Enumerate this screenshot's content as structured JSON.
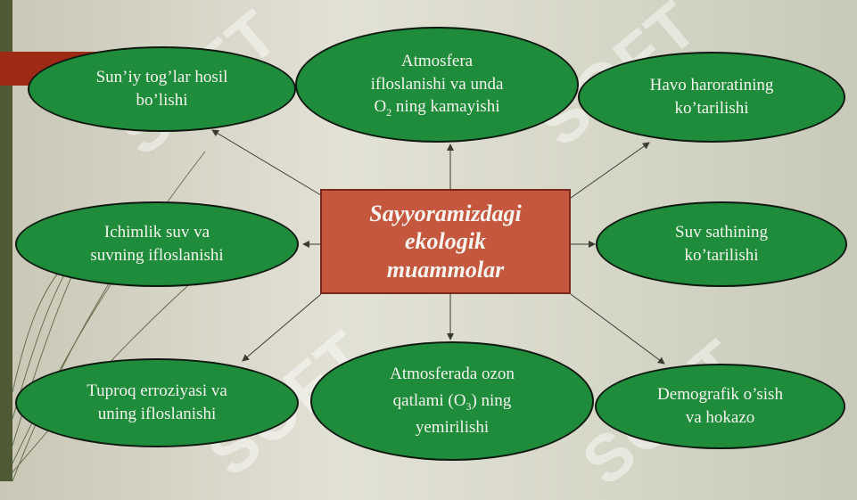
{
  "center": {
    "line1": "Sayyoramizdagi",
    "line2": "ekologik",
    "line3": "muammolar"
  },
  "nodes": {
    "suniy_toglar": {
      "line1": "Sun’iy tog’lar hosil",
      "line2": "bo’lishi"
    },
    "atmosfera_ifloslanishi": {
      "line1": "Atmosfera",
      "line2": "ifloslanishi va unda",
      "line3a": "O",
      "line3sub": "2",
      "line3b": " ning kamayishi"
    },
    "havo_harorati": {
      "line1": "Havo haroratining",
      "line2": "ko’tarilishi"
    },
    "ichimlik_suv": {
      "line1": "Ichimlik suv va",
      "line2": "suvning ifloslanishi"
    },
    "suv_sathi": {
      "line1": "Suv sathining",
      "line2": "ko’tarilishi"
    },
    "tuproq": {
      "line1": "Tuproq erroziyasi va",
      "line2": "uning ifloslanishi"
    },
    "ozon_qatlami": {
      "line1": "Atmosferada ozon",
      "line2a": "qatlami (O",
      "line2sub": "3",
      "line2b": ") ning",
      "line3": "yemirilishi"
    },
    "demografik": {
      "line1": "Demografik o’sish",
      "line2": "va hokazo"
    }
  },
  "watermark": "SOFT",
  "colors": {
    "ellipse_fill": "#1e8c3a",
    "center_fill": "#c5573f",
    "background": "#dcdccf",
    "accent_red": "#9e2a15",
    "sidebar": "#4f5a35"
  }
}
